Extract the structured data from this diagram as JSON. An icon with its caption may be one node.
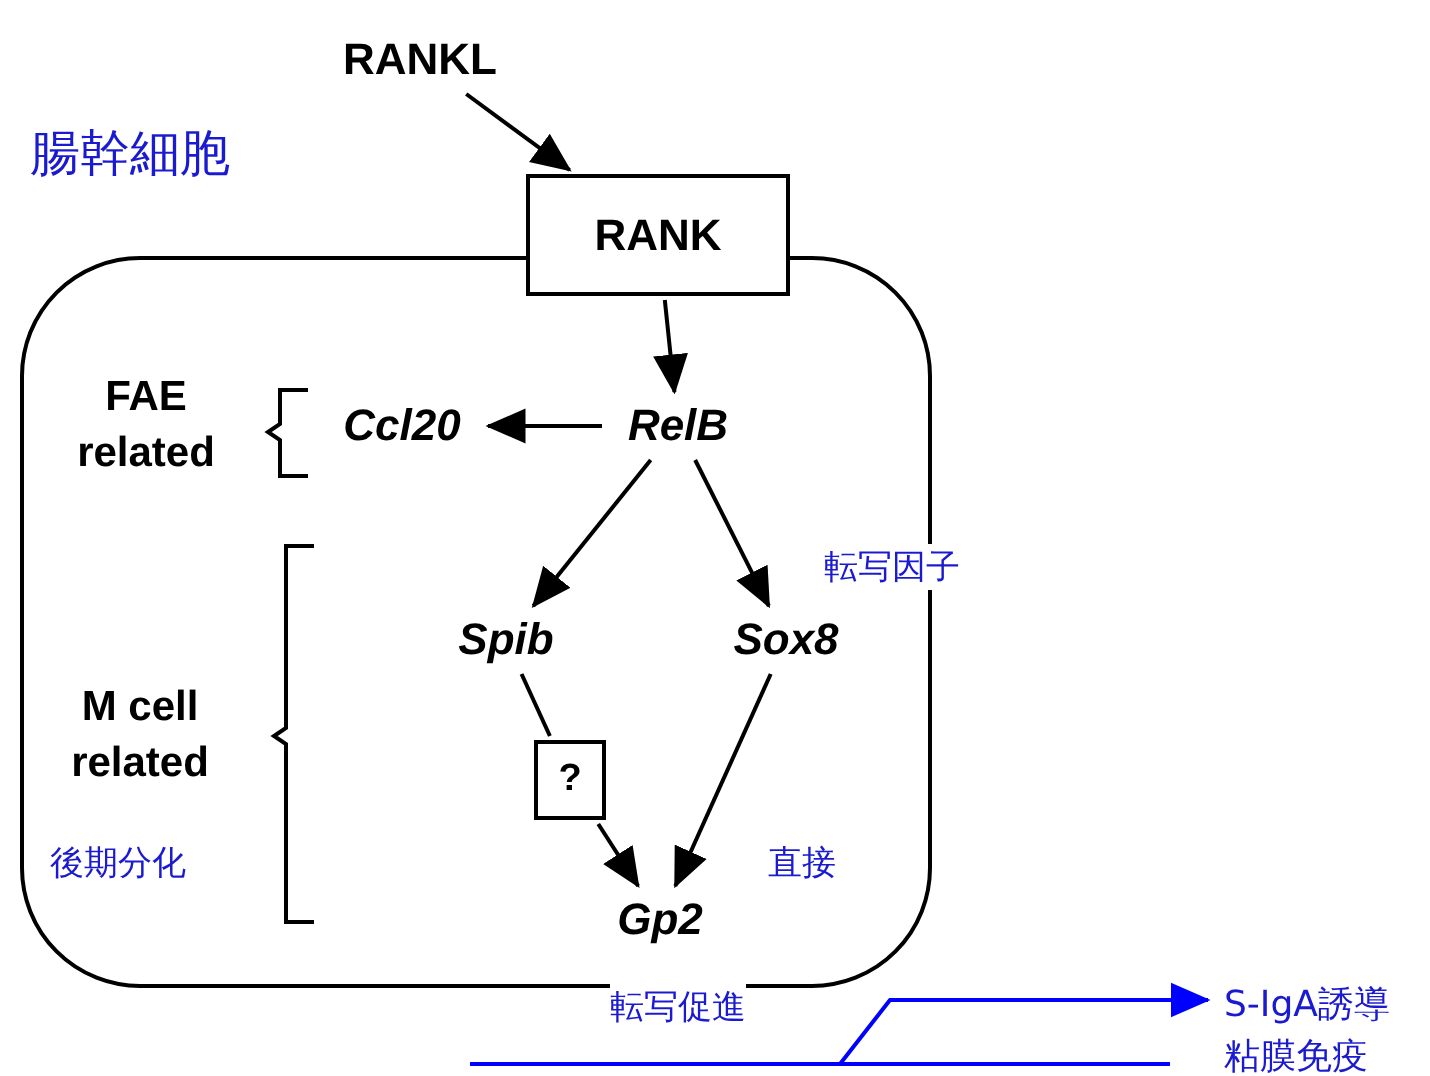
{
  "diagram": {
    "nodes": [
      {
        "text": [
          "腸幹細胞"
        ]
      },
      {
        "text": [
          "RANKL"
        ]
      },
      {
        "text": [
          "RANK"
        ]
      },
      {
        "text": [
          "RelB"
        ],
        "in": 0
      },
      {
        "text": [
          "Ccl20"
        ],
        "in": 0
      },
      {
        "text": [
          "Spib"
        ],
        "in": 0
      },
      {
        "text": [
          "Sox8"
        ],
        "in": 0
      },
      {
        "text": [
          "?"
        ],
        "in": 0
      },
      {
        "text": [
          "Gp2"
        ],
        "in": 0
      },
      {
        "text": [
          "S-IgA誘導",
          "粘膜免疫"
        ]
      }
    ],
    "edges": [
      {
        "from": 1,
        "to": 2,
        "arrow": "to"
      },
      {
        "from": 2,
        "to": 3,
        "arrow": "to"
      },
      {
        "from": 3,
        "to": 4,
        "arrow": "to"
      },
      {
        "from": 3,
        "to": 5,
        "arrow": "to"
      },
      {
        "from": 3,
        "to": 6,
        "arrow": "to"
      },
      {
        "from": 5,
        "to": 7,
        "arrow": "none"
      },
      {
        "from": 7,
        "to": 8,
        "arrow": "to"
      },
      {
        "from": 6,
        "to": 8,
        "arrow": "to"
      },
      {
        "from": null,
        "to": 9,
        "arrow": "to",
        "color": "#0000ff"
      }
    ],
    "labels": [
      "FAE related",
      "転写因子",
      "M cell related",
      "後期分化",
      "直接",
      "転写促進"
    ]
  }
}
